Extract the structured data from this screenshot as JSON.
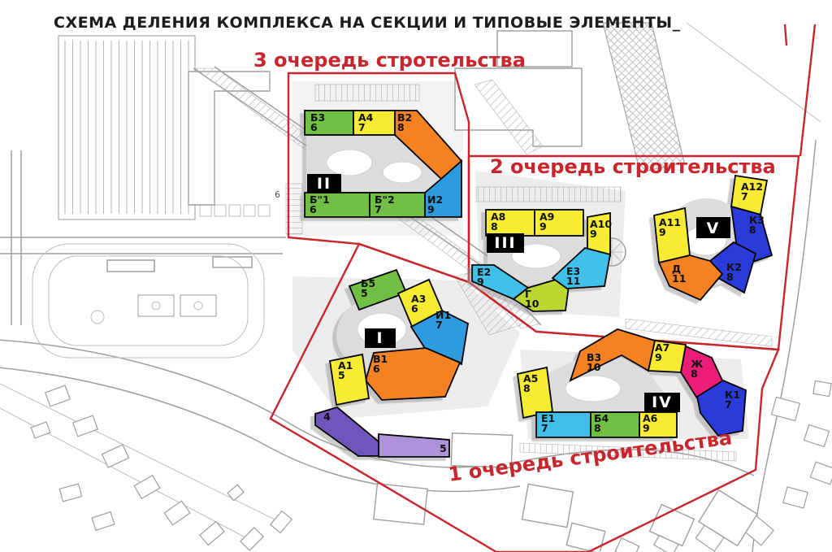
{
  "title": "СХЕМА ДЕЛЕНИЯ КОМПЛЕКСА НА СЕКЦИИ И ТИПОВЫЕ ЭЛЕМЕНТЫ_",
  "phases": {
    "p3": {
      "label": "3 очередь стротельства"
    },
    "p2": {
      "label": "2 очередь строительства"
    },
    "p1": {
      "label": "1 очередь строительства"
    }
  },
  "map": {
    "road_label": "6"
  },
  "palette": {
    "red": "#C8262C",
    "green": "#72BF44",
    "yellow": "#F7EC33",
    "orange": "#F58220",
    "azure": "#2D9BDF",
    "cyan": "#3FC0E8",
    "blue": "#2B3BD9",
    "magenta": "#EC1E79",
    "lime": "#BCD631",
    "purple_dark": "#7155BD",
    "purple_light": "#AD93D9",
    "label_bg": "#000000"
  },
  "buildings": {
    "ii": {
      "numeral": "II",
      "segments": [
        {
          "name": "Б3",
          "floors": "6",
          "color": "#72BF44"
        },
        {
          "name": "А4",
          "floors": "7",
          "color": "#F7EC33"
        },
        {
          "name": "В2",
          "floors": "8",
          "color": "#F58220"
        },
        {
          "name": "Б\"1",
          "floors": "6",
          "color": "#72BF44"
        },
        {
          "name": "Б\"2",
          "floors": "7",
          "color": "#72BF44"
        },
        {
          "name": "И2",
          "floors": "9",
          "color": "#2D9BDF"
        }
      ]
    },
    "iii": {
      "numeral": "III",
      "segments": [
        {
          "name": "А8",
          "floors": "8",
          "color": "#F7EC33"
        },
        {
          "name": "А9",
          "floors": "9",
          "color": "#F7EC33"
        },
        {
          "name": "А10",
          "floors": "9",
          "color": "#F7EC33"
        },
        {
          "name": "Е2",
          "floors": "9",
          "color": "#3FC0E8"
        },
        {
          "name": "Г",
          "floors": "10",
          "color": "#BCD631"
        },
        {
          "name": "Е3",
          "floors": "11",
          "color": "#3FC0E8"
        }
      ]
    },
    "v": {
      "numeral": "V",
      "segments": [
        {
          "name": "А12",
          "floors": "7",
          "color": "#F7EC33"
        },
        {
          "name": "К3",
          "floors": "8",
          "color": "#2B3BD9"
        },
        {
          "name": "К2",
          "floors": "8",
          "color": "#2B3BD9"
        },
        {
          "name": "Д",
          "floors": "11",
          "color": "#F58220"
        },
        {
          "name": "А11",
          "floors": "9",
          "color": "#F7EC33"
        }
      ]
    },
    "i": {
      "numeral": "I",
      "segments": [
        {
          "name": "Б5",
          "floors": "5",
          "color": "#72BF44"
        },
        {
          "name": "А3",
          "floors": "6",
          "color": "#F7EC33"
        },
        {
          "name": "И1",
          "floors": "7",
          "color": "#2D9BDF"
        },
        {
          "name": "В1",
          "floors": "6",
          "color": "#F58220"
        },
        {
          "name": "А1",
          "floors": "5",
          "color": "#F7EC33"
        }
      ]
    },
    "iv": {
      "numeral": "IV",
      "segments": [
        {
          "name": "В3",
          "floors": "10",
          "color": "#F58220"
        },
        {
          "name": "А7",
          "floors": "9",
          "color": "#F7EC33"
        },
        {
          "name": "Ж",
          "floors": "8",
          "color": "#EC1E79"
        },
        {
          "name": "К1",
          "floors": "7",
          "color": "#2B3BD9"
        },
        {
          "name": "А5",
          "floors": "8",
          "color": "#F7EC33"
        },
        {
          "name": "Е1",
          "floors": "7",
          "color": "#3FC0E8"
        },
        {
          "name": "Б4",
          "floors": "8",
          "color": "#72BF44"
        },
        {
          "name": "А6",
          "floors": "9",
          "color": "#F7EC33"
        }
      ]
    },
    "standalone": {
      "segments": [
        {
          "name": "4",
          "color": "#7155BD"
        },
        {
          "name": "5",
          "color": "#AD93D9"
        }
      ]
    }
  }
}
